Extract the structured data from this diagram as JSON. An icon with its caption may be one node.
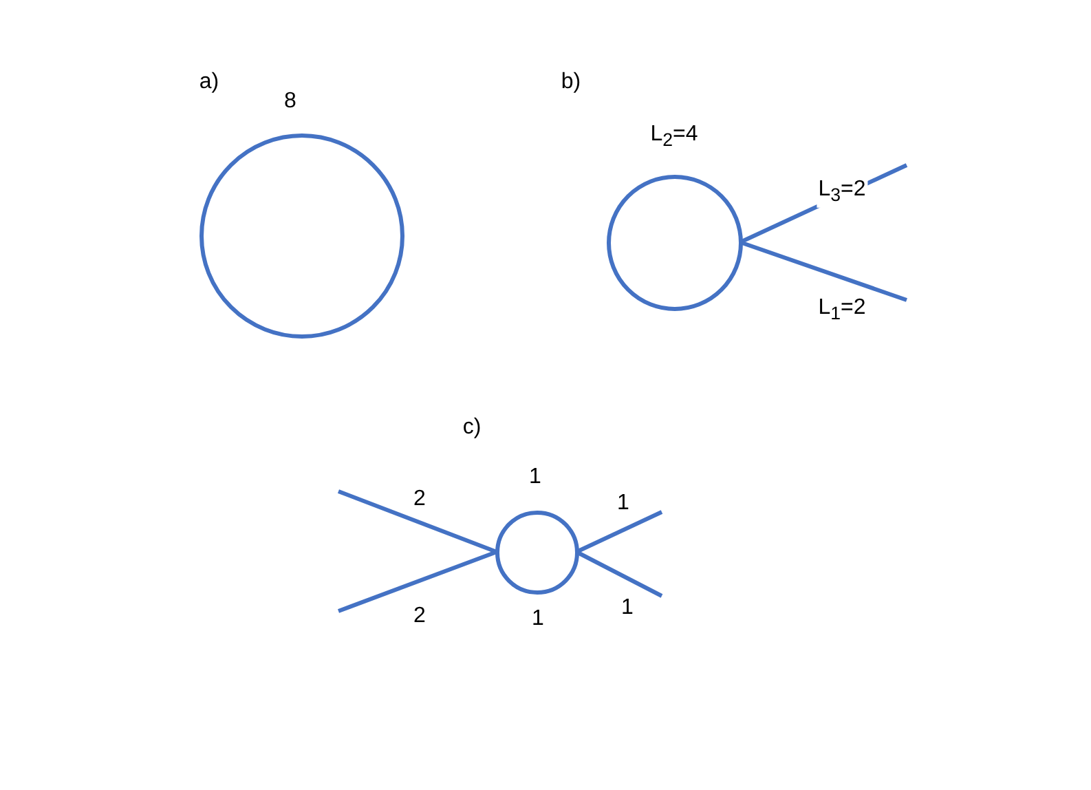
{
  "diagram": {
    "nodes": [
      {
        "text": [],
        "shape": "circle",
        "beside": [
          "8"
        ]
      },
      {
        "text": [],
        "shape": "circle",
        "beside": [
          "L$_{2}$=4"
        ]
      },
      {
        "text": [],
        "shape": "circle",
        "beside": [
          "1",
          "1"
        ]
      }
    ],
    "edges": [
      {
        "from": 1,
        "to": null,
        "arrow": "none",
        "label": "L$_{3}$=2"
      },
      {
        "from": 1,
        "to": null,
        "arrow": "none",
        "label": "L$_{1}$=2"
      },
      {
        "from": null,
        "to": 2,
        "arrow": "none",
        "label": "2"
      },
      {
        "from": null,
        "to": 2,
        "arrow": "none",
        "label": "2"
      },
      {
        "from": 2,
        "to": null,
        "arrow": "none",
        "label": "1"
      },
      {
        "from": 2,
        "to": null,
        "arrow": "none",
        "label": "1"
      }
    ],
    "labels": [
      "a)",
      "b)",
      "c)"
    ]
  }
}
